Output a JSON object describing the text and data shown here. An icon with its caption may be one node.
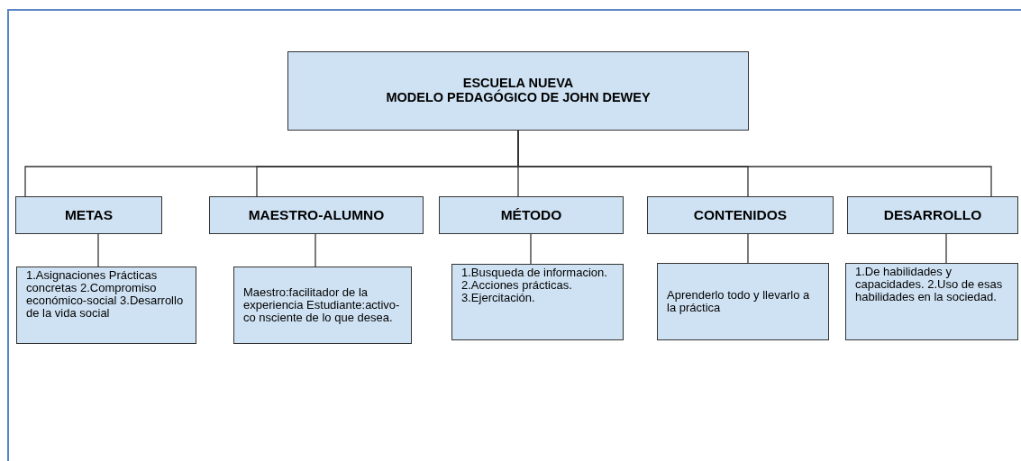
{
  "diagram": {
    "nodes": [
      {
        "text": [
          "ESCUELA NUEVA",
          "MODELO PEDAGÓGICO DE JOHN DEWEY"
        ]
      },
      {
        "text": [
          "METAS"
        ]
      },
      {
        "text": [
          "MAESTRO-ALUMNO"
        ]
      },
      {
        "text": [
          "MÉTODO"
        ]
      },
      {
        "text": [
          "CONTENIDOS"
        ]
      },
      {
        "text": [
          "DESARROLLO"
        ]
      },
      {
        "text": [
          "1.Asignaciones Prácticas concretas 2.Compromiso económico-social 3.Desarrollo de la vida social"
        ]
      },
      {
        "text": [
          "Maestro:facilitador de la experiencia Estudiante:activo-co nsciente de lo que desea."
        ]
      },
      {
        "text": [
          "1.Busqueda de informacion. 2.Acciones prácticas. 3.Ejercitación."
        ]
      },
      {
        "text": [
          "Aprenderlo todo y llevarlo a la práctica"
        ]
      },
      {
        "text": [
          "1.De habilidades y capacidades. 2.Uso de esas habilidades en la sociedad."
        ]
      }
    ],
    "edges": [
      {
        "from": 0,
        "to": 1,
        "arrow": "none"
      },
      {
        "from": 0,
        "to": 2,
        "arrow": "none"
      },
      {
        "from": 0,
        "to": 3,
        "arrow": "none"
      },
      {
        "from": 0,
        "to": 4,
        "arrow": "none"
      },
      {
        "from": 0,
        "to": 5,
        "arrow": "none"
      },
      {
        "from": 1,
        "to": 6,
        "arrow": "none"
      },
      {
        "from": 2,
        "to": 7,
        "arrow": "none"
      },
      {
        "from": 3,
        "to": 8,
        "arrow": "none"
      },
      {
        "from": 4,
        "to": 9,
        "arrow": "none"
      },
      {
        "from": 5,
        "to": 10,
        "arrow": "none"
      }
    ]
  }
}
